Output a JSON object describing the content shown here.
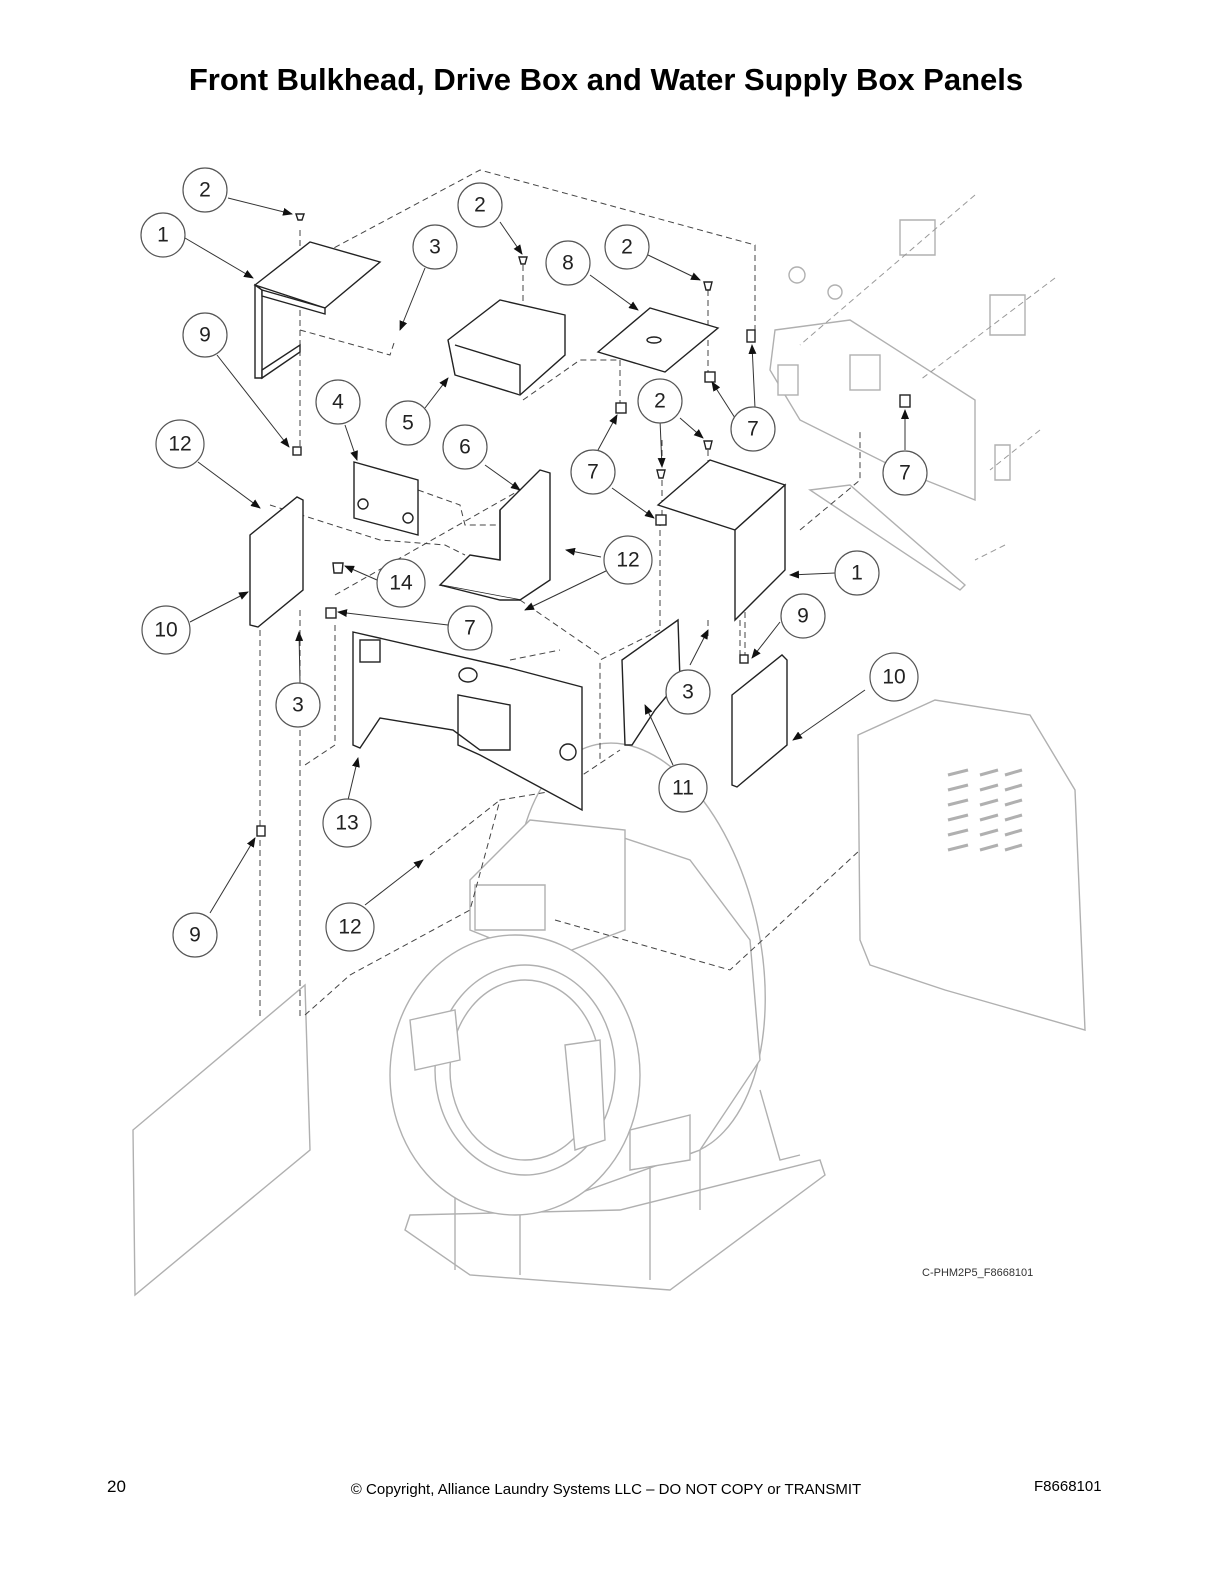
{
  "page": {
    "title": "Front Bulkhead, Drive Box and Water Supply Box Panels",
    "figure_id": "C-PHM2P5_F8668101",
    "page_number": "20",
    "copyright": "© Copyright, Alliance Laundry Systems LLC – DO NOT COPY or TRANSMIT",
    "doc_number": "F8668101"
  },
  "callouts": [
    "2",
    "1",
    "2",
    "3",
    "2",
    "8",
    "9",
    "4",
    "5",
    "6",
    "2",
    "7",
    "7",
    "12",
    "7",
    "12",
    "1",
    "14",
    "7",
    "10",
    "9",
    "3",
    "10",
    "3",
    "13",
    "11",
    "12",
    "9"
  ]
}
